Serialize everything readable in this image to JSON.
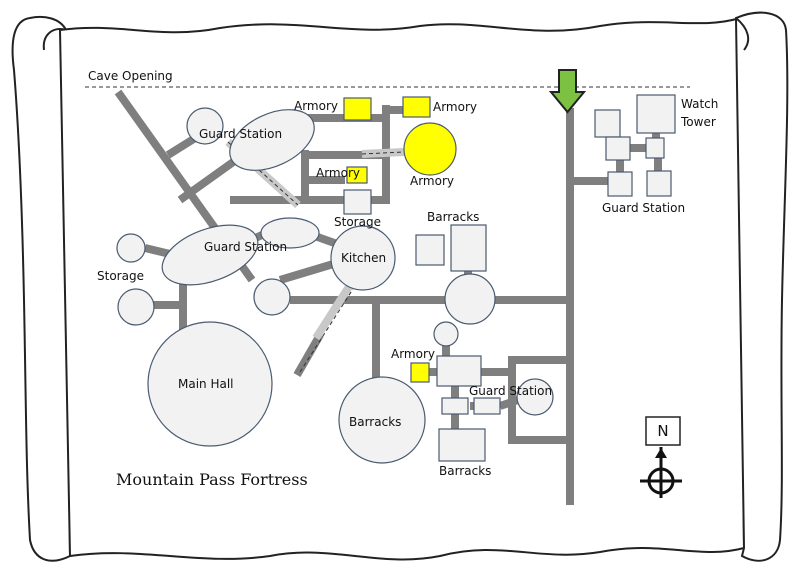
{
  "map": {
    "title": "Mountain Pass Fortress",
    "labels": {
      "cave_opening": "Cave Opening",
      "armory_1": "Armory",
      "armory_2": "Armory",
      "armory_3": "Armory",
      "armory_4": "Armory",
      "armory_5": "Armory",
      "guard_station_1": "Guard Station",
      "guard_station_2": "Guard Station",
      "guard_station_3": "Guard Station",
      "guard_station_4": "Guard Station",
      "storage_1": "Storage",
      "storage_2": "Storage",
      "kitchen": "Kitchen",
      "main_hall": "Main Hall",
      "barracks_1": "Barracks",
      "barracks_2": "Barracks",
      "barracks_3": "Barracks",
      "watch_tower_line1": "Watch",
      "watch_tower_line2": "Tower"
    },
    "compass": {
      "letter": "N"
    },
    "colors": {
      "corridor": "#7f7f7f",
      "room_fill": "#f2f2f2",
      "room_stroke": "#4a5b70",
      "armory": "#ffff00",
      "entrance_arrow": "#7cc142"
    },
    "icons": [
      "entrance-arrow-icon",
      "compass-icon"
    ]
  }
}
